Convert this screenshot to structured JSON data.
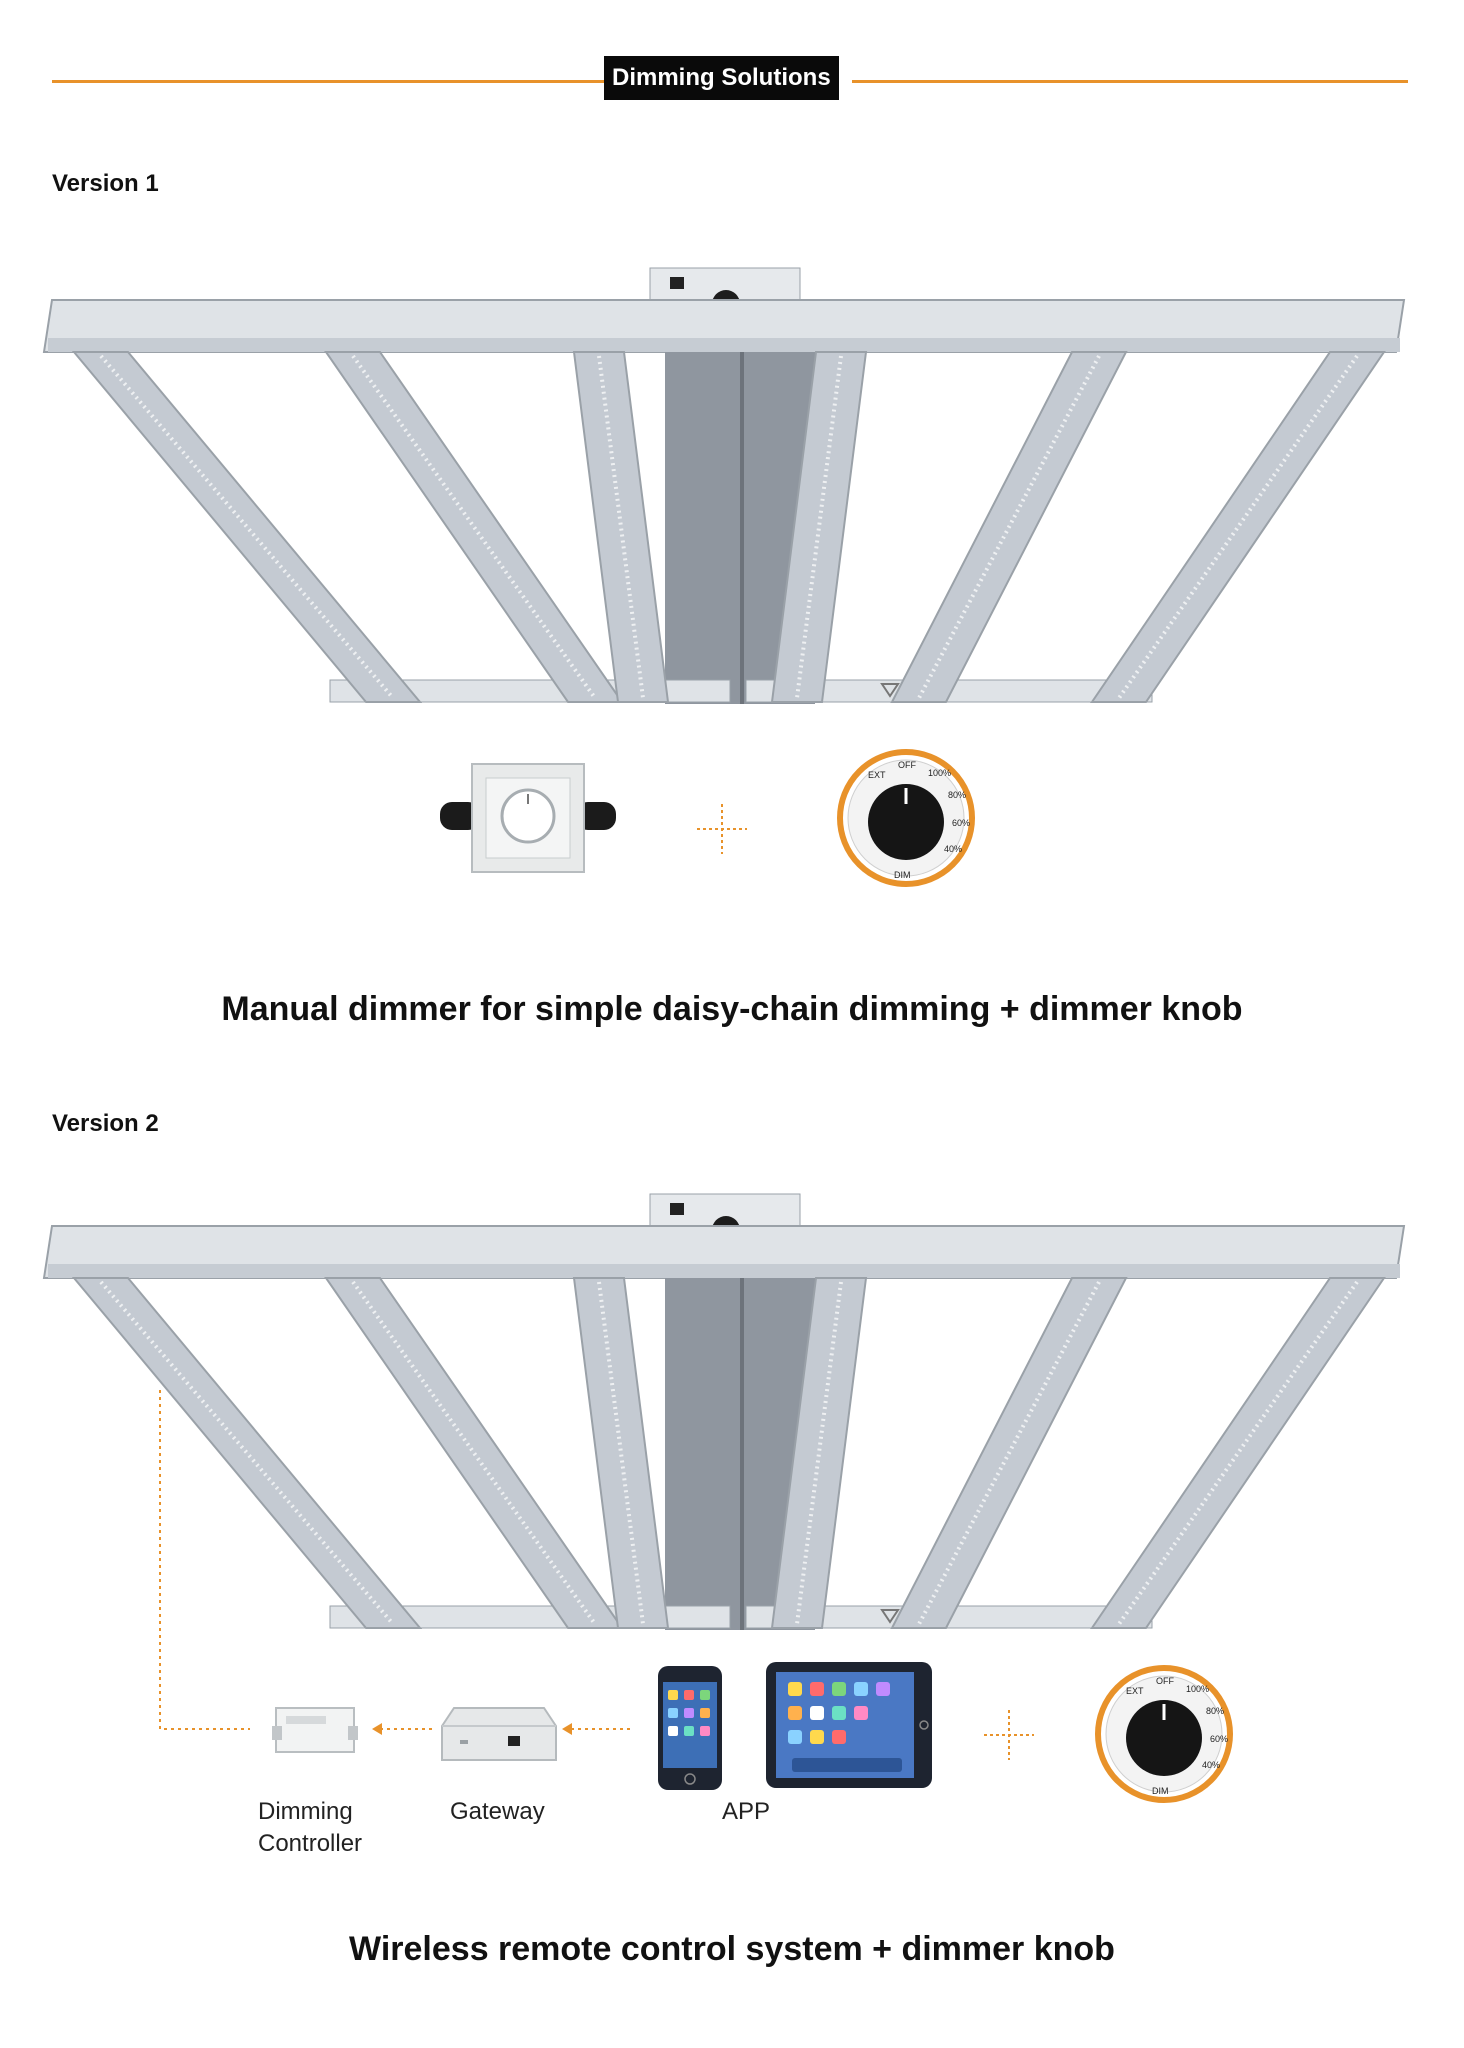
{
  "header": {
    "title": "Dimming Solutions"
  },
  "versions": [
    {
      "tag": "Version 1",
      "caption": "Manual dimmer for simple daisy-chain dimming + dimmer knob"
    },
    {
      "tag": "Version 2",
      "caption": "Wireless remote control system + dimmer knob",
      "labels": {
        "controller": "Dimming\nController",
        "gateway": "Gateway",
        "app": "APP"
      }
    }
  ],
  "knob": {
    "labels": [
      "EXT",
      "OFF",
      "100%",
      "80%",
      "60%",
      "40%"
    ],
    "dim": "DIM"
  },
  "colors": {
    "accent": "#e8922a",
    "fixture": "#c4cad2",
    "dark": "#0a0a0a"
  }
}
